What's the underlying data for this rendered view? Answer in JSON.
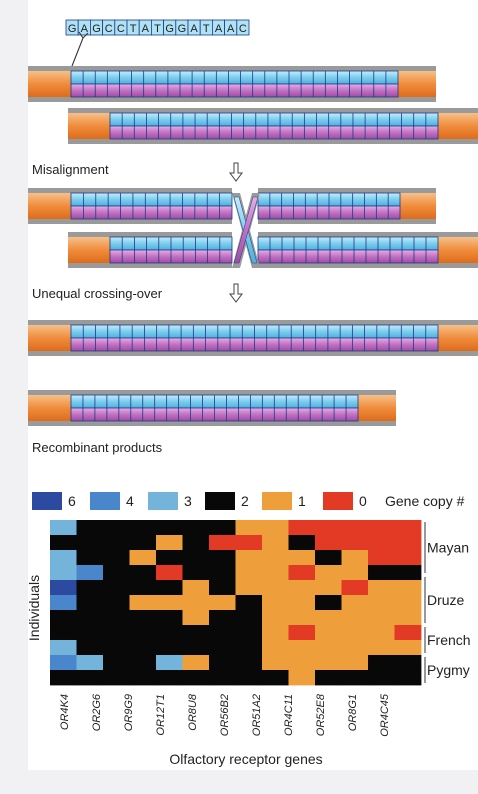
{
  "top": {
    "sequence": [
      "G",
      "A",
      "G",
      "C",
      "C",
      "T",
      "A",
      "T",
      "G",
      "G",
      "A",
      "T",
      "A",
      "A",
      "C"
    ],
    "labels": {
      "misalignment": "Misalignment",
      "unequal_crossing_over": "Unequal crossing-over",
      "recombinant_products": "Recombinant products"
    }
  },
  "colors": {
    "blue_strand": "#7dcdee",
    "magenta_strand": "#c271c2",
    "gene_end": "#f08c3c",
    "backbone": "#9a9a9a",
    "cell_border": "#1c3a8a",
    "sequence_box": "#aee2f4"
  },
  "chart_data": {
    "type": "heatmap",
    "legend": {
      "values": [
        6,
        4,
        3,
        2,
        1,
        0
      ],
      "colors": [
        "#2c4aa0",
        "#4a86cc",
        "#74b4da",
        "#080808",
        "#ef9e3c",
        "#e23a24"
      ],
      "title": "Gene copy #"
    },
    "ylabel": "Individuals",
    "xlabel": "Olfactory receptor genes",
    "genes": [
      "OR4K4",
      "OR2G6",
      "OR9G9",
      "OR12T1",
      "OR8U8",
      "OR56B2",
      "OR51A2",
      "OR4C11",
      "OR52E8",
      "OR8G1",
      "OR4C45"
    ],
    "groups": [
      {
        "name": "Mayan",
        "rows": [
          0,
          1,
          2,
          3,
          4
        ]
      },
      {
        "name": "Druze",
        "rows": [
          5,
          6,
          7,
          8
        ]
      },
      {
        "name": "French",
        "rows": [
          9,
          10
        ]
      },
      {
        "name": "Pygmy",
        "rows": [
          11,
          12,
          13
        ]
      }
    ],
    "matrix": [
      [
        3,
        2,
        2,
        2,
        2,
        2,
        2,
        1,
        1,
        0,
        0,
        0,
        0,
        0
      ],
      [
        2,
        2,
        2,
        2,
        1,
        2,
        0,
        0,
        1,
        2,
        0,
        0,
        0,
        0
      ],
      [
        3,
        2,
        2,
        1,
        2,
        2,
        2,
        1,
        1,
        1,
        2,
        1,
        0,
        0
      ],
      [
        3,
        4,
        2,
        2,
        0,
        2,
        2,
        1,
        1,
        0,
        1,
        1,
        2,
        2
      ],
      [
        6,
        2,
        2,
        2,
        2,
        1,
        2,
        1,
        1,
        1,
        1,
        0,
        1,
        1
      ],
      [
        4,
        2,
        2,
        1,
        1,
        1,
        1,
        2,
        1,
        1,
        2,
        1,
        1,
        1
      ],
      [
        2,
        2,
        2,
        2,
        2,
        1,
        2,
        2,
        1,
        1,
        1,
        1,
        1,
        1
      ],
      [
        2,
        2,
        2,
        2,
        2,
        2,
        2,
        2,
        1,
        0,
        1,
        1,
        1,
        0
      ],
      [
        3,
        2,
        2,
        2,
        2,
        2,
        2,
        2,
        1,
        1,
        1,
        1,
        1,
        1
      ],
      [
        4,
        3,
        2,
        2,
        3,
        1,
        2,
        2,
        1,
        1,
        1,
        1,
        2,
        2
      ],
      [
        2,
        2,
        2,
        2,
        2,
        2,
        2,
        2,
        2,
        1,
        2,
        2,
        2,
        2
      ]
    ]
  }
}
